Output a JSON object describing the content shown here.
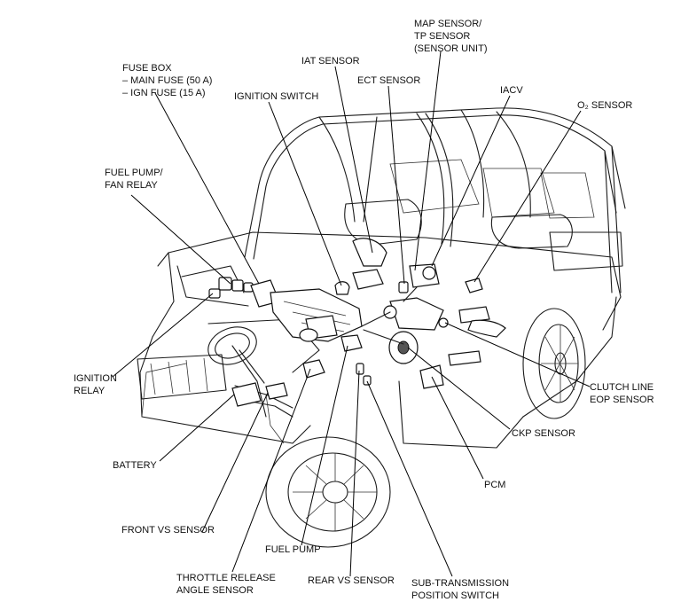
{
  "labels": {
    "fuse_box": [
      "FUSE BOX",
      "– MAIN FUSE (50 A)",
      "– IGN FUSE (15 A)"
    ],
    "iat_sensor": "IAT SENSOR",
    "map_sensor": [
      "MAP SENSOR/",
      "TP SENSOR",
      "(SENSOR UNIT)"
    ],
    "ect_sensor": "ECT SENSOR",
    "ignition_switch": "IGNITION SWITCH",
    "iacv": "IACV",
    "o2_sensor": "O₂ SENSOR",
    "fuel_pump_relay": [
      "FUEL PUMP/",
      "FAN RELAY"
    ],
    "ignition_relay": [
      "IGNITION",
      "RELAY"
    ],
    "clutch_line": [
      "CLUTCH LINE",
      "EOP SENSOR"
    ],
    "ckp_sensor": "CKP SENSOR",
    "battery": "BATTERY",
    "pcm": "PCM",
    "front_vs_sensor": "FRONT VS SENSOR",
    "fuel_pump": "FUEL PUMP",
    "throttle_release": [
      "THROTTLE RELEASE",
      "ANGLE SENSOR"
    ],
    "rear_vs_sensor": "REAR VS SENSOR",
    "sub_transmission": [
      "SUB-TRANSMISSION",
      "POSITION SWITCH"
    ]
  }
}
